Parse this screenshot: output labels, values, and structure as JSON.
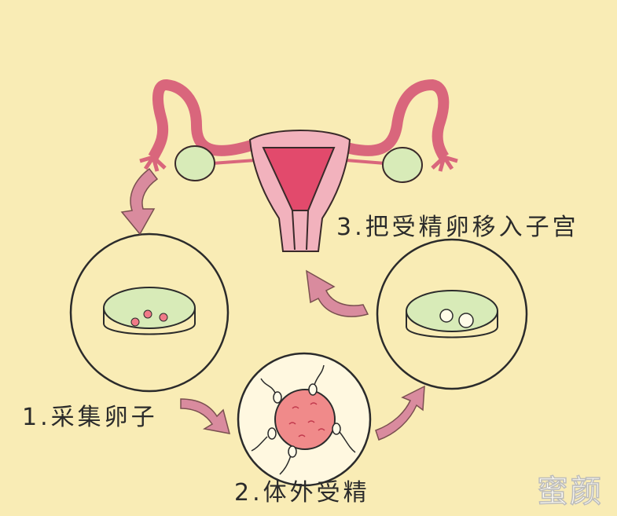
{
  "steps": {
    "step1": "1.采集卵子",
    "step2": "2.体外受精",
    "step3": "3.把受精卵移入子宫"
  },
  "watermark": "蜜颜",
  "colors": {
    "background": "#f9ecb5",
    "uterus_outline": "#d9667c",
    "uterus_inner": "#e24a6c",
    "ovary": "#d8ebb8",
    "arrow": "#d98b9e",
    "egg": "#f07a88",
    "embryo": "#f08a8a"
  }
}
